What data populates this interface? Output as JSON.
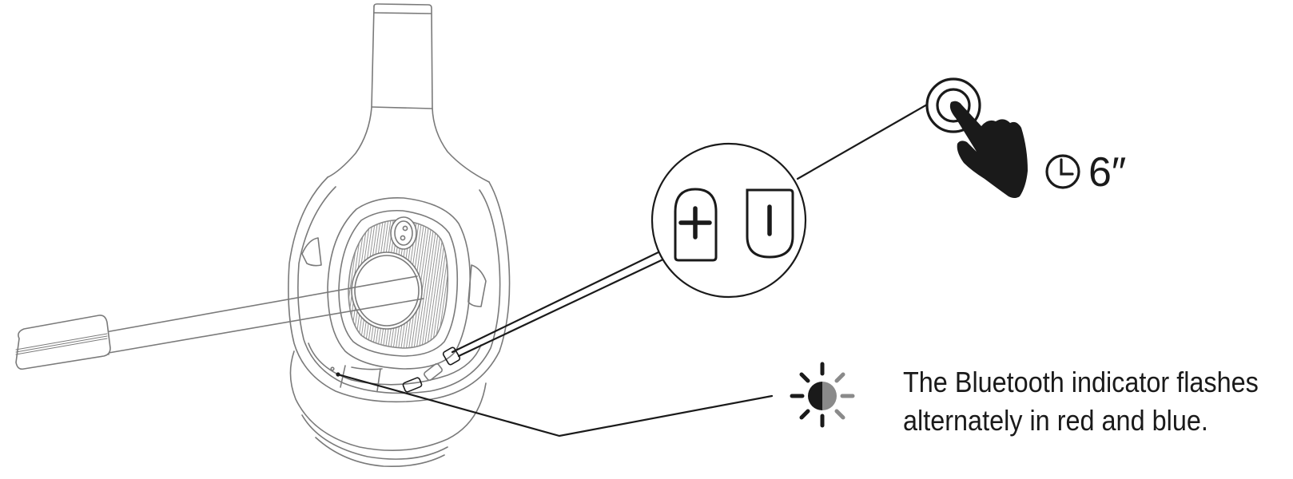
{
  "diagram": {
    "subject": "Headset with boom microphone — Bluetooth pairing step",
    "callouts": {
      "buttons_zoom": {
        "buttons": [
          {
            "id": "volume-up",
            "symbol": "+"
          },
          {
            "id": "power",
            "symbol": "I"
          }
        ]
      },
      "press_action": {
        "icon": "finger-press-icon",
        "duration_icon": "clock-icon",
        "duration": "6″"
      },
      "indicator": {
        "icon": "light-flash-icon",
        "text_line_1": "The Bluetooth indicator flashes",
        "text_line_2": "alternately in red and blue."
      }
    },
    "colors": {
      "outline": "#7a7a7a",
      "leader_line": "#1a1a1a",
      "ink": "#1a1a1a",
      "led_half_dark": "#1a1a1a",
      "led_half_light": "#8a8a8a"
    }
  }
}
